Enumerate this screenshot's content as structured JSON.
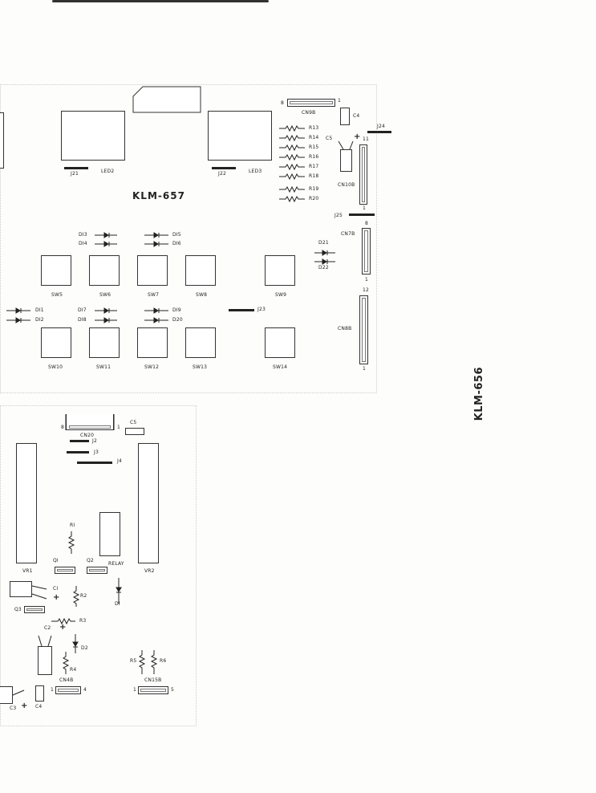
{
  "upper_board": {
    "title": "KLM-657",
    "leds": [
      "LED2",
      "LED3"
    ],
    "jumpers": [
      "J21",
      "J22",
      "J23",
      "J24",
      "J25"
    ],
    "resistors": [
      "R13",
      "R14",
      "R15",
      "R16",
      "R17",
      "R18",
      "R19",
      "R20"
    ],
    "caps": [
      "C4",
      "C5"
    ],
    "connectors": {
      "cn9b": "CN9B",
      "cn9b_left_pin": "8",
      "cn9b_right_pin": "1",
      "cn10b": "CN10B",
      "cn10b_top_pin": "11",
      "cn10b_bottom_pin": "1",
      "cn7b": "CN7B",
      "cn7b_top_pin": "8",
      "cn7b_bottom_pin": "1",
      "cn8b": "CN8B",
      "cn8b_top_pin": "12",
      "cn8b_bottom_pin": "1"
    },
    "diodes_top": [
      "DI3",
      "DI4",
      "DI5",
      "DI6"
    ],
    "diodes_right": [
      "D21",
      "D22"
    ],
    "diodes_mid": [
      "DI1",
      "DI2",
      "DI7",
      "DI8",
      "DI9",
      "D20"
    ],
    "switches_row1": [
      "SW5",
      "SW6",
      "SW7",
      "SW8",
      "SW9"
    ],
    "switches_row2": [
      "SW10",
      "SW11",
      "SW12",
      "SW13",
      "SW14"
    ],
    "plus": "+"
  },
  "lower_board": {
    "title": "KLM-656",
    "cn20": "CN20",
    "cn20_left_pin": "8",
    "cn20_right_pin": "1",
    "c5": "C5",
    "jumpers": [
      "J2",
      "J3",
      "J4"
    ],
    "r1": "RI",
    "relay": "RELAY",
    "vr1": "VR1",
    "vr2": "VR2",
    "q1": "QI",
    "q2": "Q2",
    "q3": "Q3",
    "c1": "CI",
    "c2": "C2",
    "c3": "C3",
    "c4": "C4",
    "r2": "R2",
    "r3": "R3",
    "r4": "R4",
    "r5": "R5",
    "r6": "R6",
    "d1": "DI",
    "d2": "D2",
    "cn4b": "CN4B",
    "cn4b_left_pin": "1",
    "cn4b_right_pin": "4",
    "cn15b": "CN15B",
    "cn15b_left_pin": "1",
    "cn15b_right_pin": "5",
    "plus": "+"
  }
}
